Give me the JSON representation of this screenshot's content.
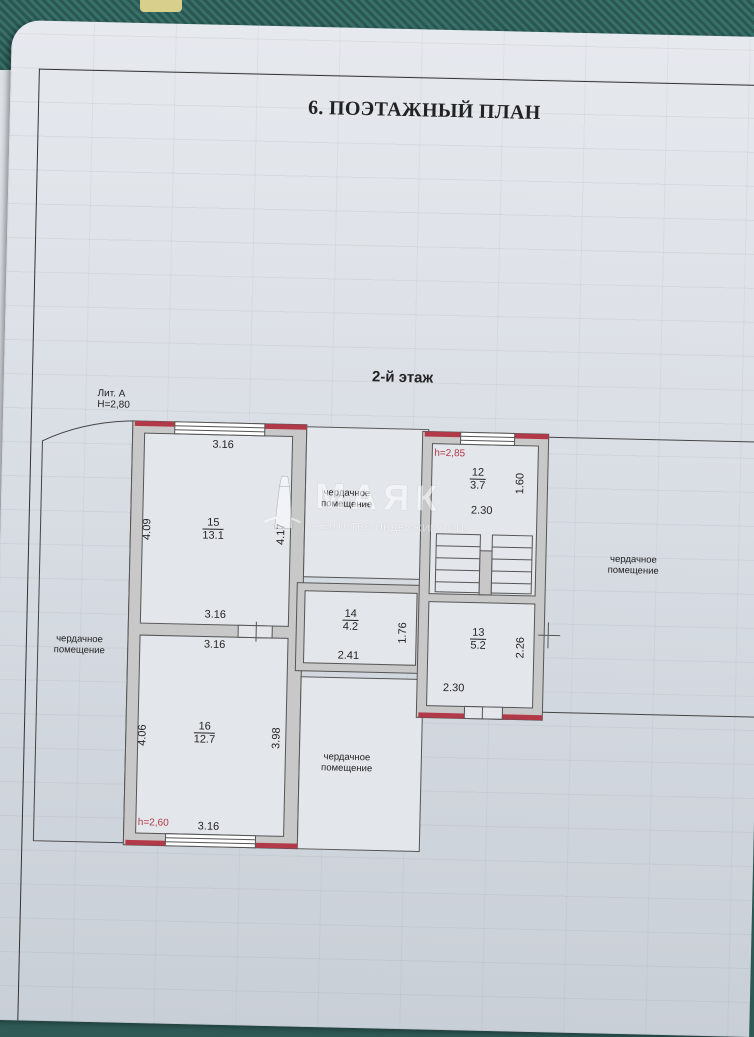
{
  "document": {
    "title": "6. ПОЭТАЖНЫЙ ПЛАН",
    "floor_label": "2-й этаж",
    "lit_label": "Лит. А",
    "lit_height": "H=2,80"
  },
  "watermark": {
    "logo_text": "МАЯК",
    "subtitle": "АГЕНТСТВО НЕДВИЖИМОСТИ"
  },
  "rooms": {
    "r15": {
      "number": "15",
      "area": "13.1",
      "dim_top": "3.16",
      "dim_bottom": "3.16",
      "dim_left": "4.09",
      "dim_right": "4.17"
    },
    "r16": {
      "number": "16",
      "area": "12.7",
      "dim_top": "3.16",
      "dim_bottom": "3.16",
      "dim_left": "4.06",
      "dim_right": "3.98",
      "height": "h=2,60"
    },
    "r14": {
      "number": "14",
      "area": "4.2",
      "dim_bottom": "2.41",
      "dim_right": "1.76"
    },
    "r12": {
      "number": "12",
      "area": "3.7",
      "dim_bottom": "2.30",
      "dim_right": "1.60",
      "height": "h=2,85"
    },
    "r13": {
      "number": "13",
      "area": "5.2",
      "dim_bottom": "2.30",
      "dim_right": "2.26"
    }
  },
  "attic": {
    "label": "чердачное помещение",
    "line1": "чердачное",
    "line2": "помещение"
  },
  "colors": {
    "wall": "#c8c8c8",
    "wall_outline": "#555555",
    "window_accent": "#b23a48",
    "paper": "#e3e6eb"
  }
}
